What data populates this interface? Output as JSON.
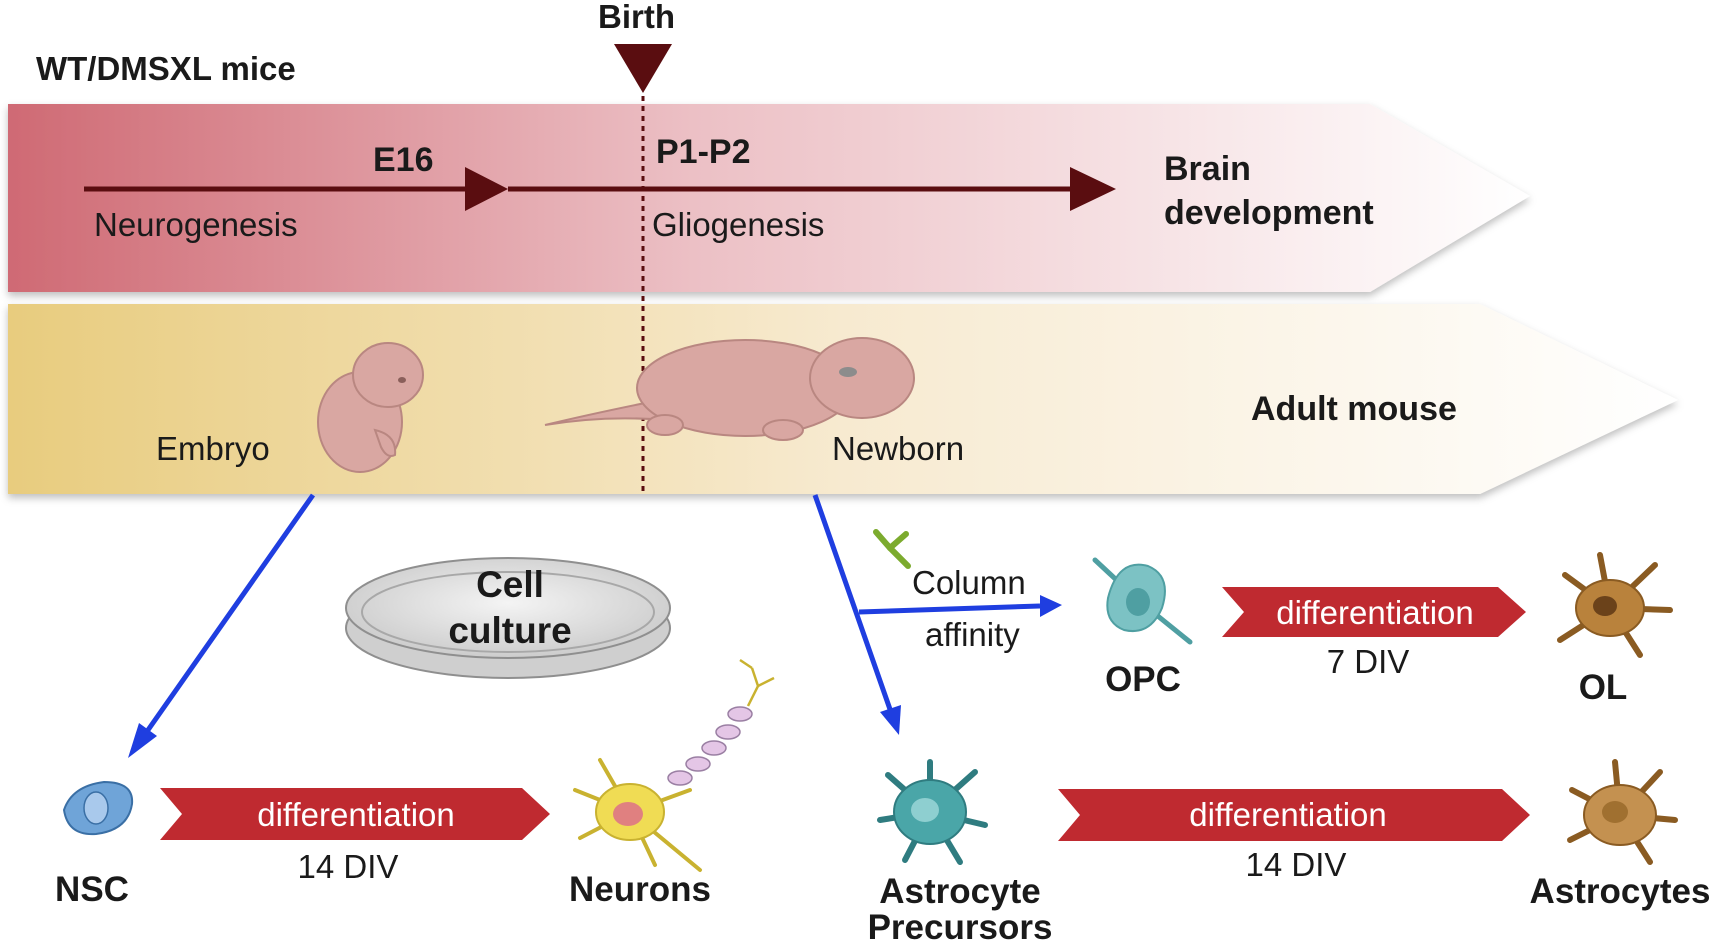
{
  "header": {
    "title": "WT/DMSXL mice",
    "birth": "Birth"
  },
  "timeline_band": {
    "e16": "E16",
    "p1p2": "P1-P2",
    "neurogenesis": "Neurogenesis",
    "gliogenesis": "Gliogenesis",
    "outcome_line1": "Brain",
    "outcome_line2": "development"
  },
  "organism_band": {
    "embryo": "Embryo",
    "newborn": "Newborn",
    "outcome": "Adult mouse"
  },
  "culture": {
    "line1": "Cell",
    "line2": "culture"
  },
  "column_affinity": {
    "line1": "Column",
    "line2": "affinity"
  },
  "neuron_path": {
    "start": "NSC",
    "process": "differentiation",
    "duration": "14 DIV",
    "end": "Neurons"
  },
  "opc_path": {
    "start": "OPC",
    "process": "differentiation",
    "duration": "7 DIV",
    "end": "OL"
  },
  "astro_path": {
    "start_line1": "Astrocyte",
    "start_line2": "Precursors",
    "process": "differentiation",
    "duration": "14 DIV",
    "end": "Astrocytes"
  },
  "colors": {
    "timeline_start": "#cf6a74",
    "organism_start": "#e8cc7e",
    "dark_arrow": "#5a0d10",
    "blue_arrow": "#1f3ee0",
    "diff_arrow": "#bf2a30",
    "antibody": "#7cab2e",
    "nsc": "#6fa4d8",
    "astro_precursor": "#4aa6a8",
    "opc": "#7cc2c4",
    "mature_glia": "#b9823c",
    "neuron": "#f0dc54"
  }
}
